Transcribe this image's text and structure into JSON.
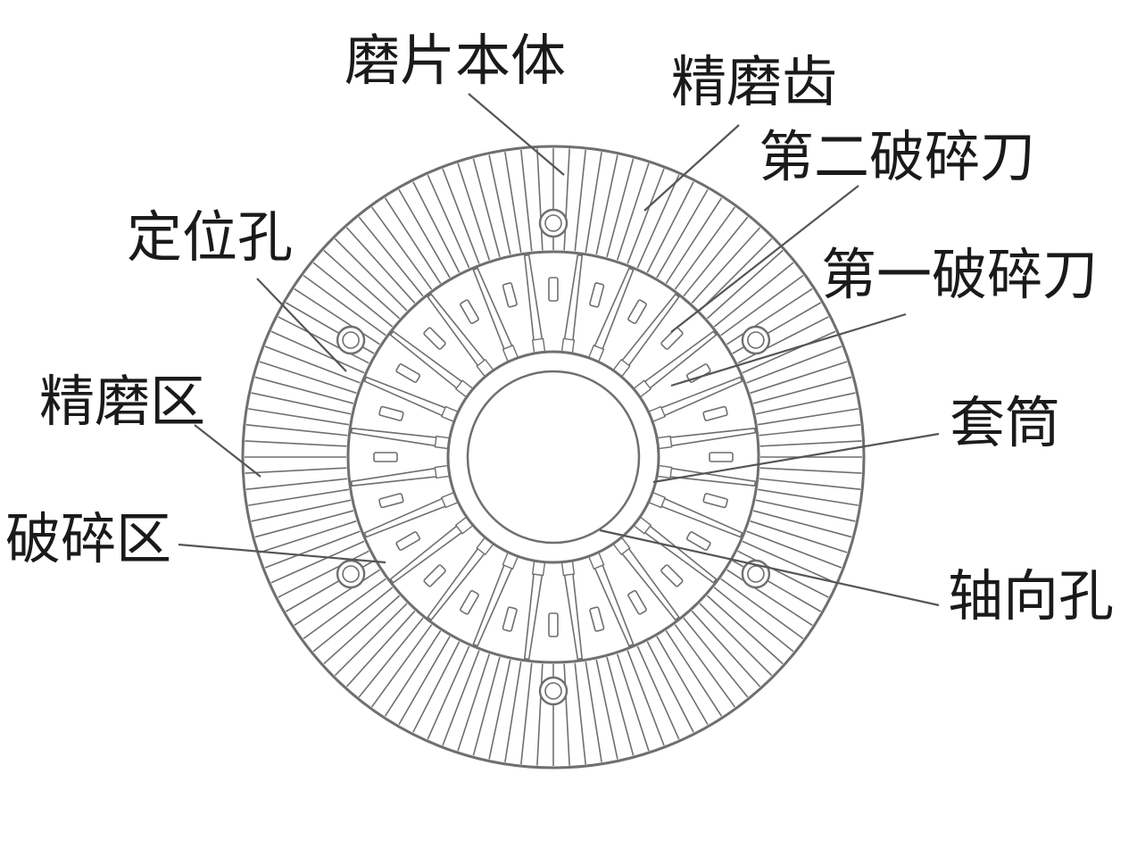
{
  "labels": {
    "grinding_plate_body": "磨片本体",
    "fine_grinding_teeth": "精磨齿",
    "second_crushing_blade": "第二破碎刀",
    "first_crushing_blade": "第一破碎刀",
    "positioning_hole": "定位孔",
    "fine_grinding_zone": "精磨区",
    "sleeve": "套筒",
    "crushing_zone": "破碎区",
    "axial_hole": "轴向孔"
  },
  "colors": {
    "line": "#6f6f6f",
    "text": "#1a1a1a",
    "background": "#ffffff"
  }
}
